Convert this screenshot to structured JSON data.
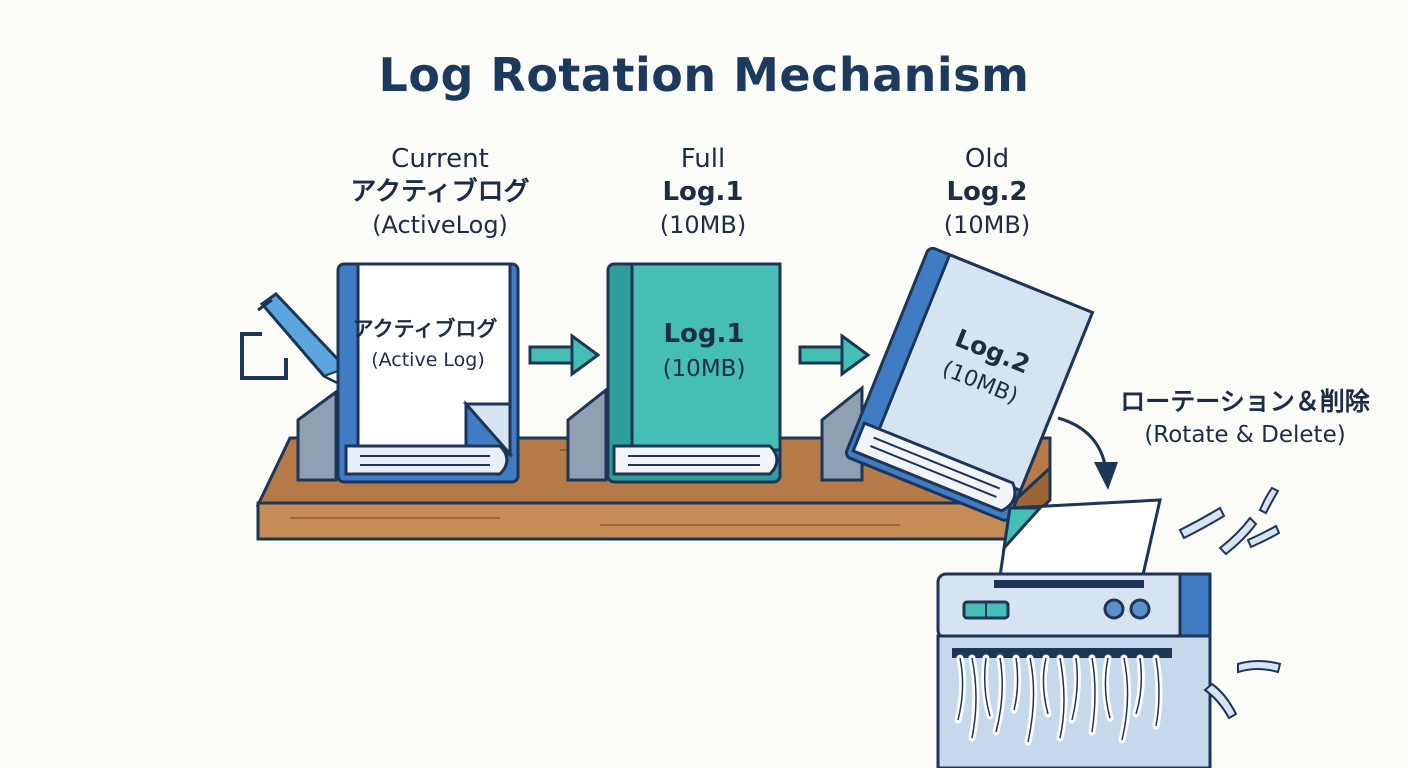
{
  "title": "Log Rotation Mechanism",
  "stages": [
    {
      "state": "Current",
      "name": "アクティブログ",
      "detail": "(ActiveLog)",
      "book_label": "アクティブログ",
      "book_sub": "(Active Log)"
    },
    {
      "state": "Full",
      "name": "Log.1",
      "detail": "(10MB)",
      "book_label": "Log.1",
      "book_sub": "(10MB)"
    },
    {
      "state": "Old",
      "name": "Log.2",
      "detail": "(10MB)",
      "book_label": "Log.2",
      "book_sub": "(10MB)"
    }
  ],
  "rotate": {
    "label": "ローテーション＆削除",
    "sub": "(Rotate & Delete)"
  },
  "icons": [
    "edit-icon",
    "arrow-right-icon",
    "curved-arrow-icon",
    "shredder-icon"
  ],
  "colors": {
    "title": "#1b3a5e",
    "blue": "#3f7cc4",
    "teal": "#45beb5",
    "pale_blue": "#d6e4f2",
    "shelf": "#c68c57",
    "outline": "#1d3557"
  }
}
